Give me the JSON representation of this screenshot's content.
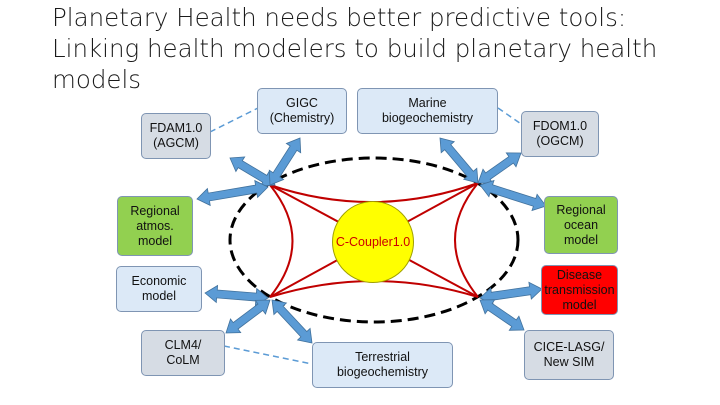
{
  "title": {
    "lines": [
      "Planetary Health needs better predictive tools:",
      "Linking health modelers to build planetary health",
      "models"
    ]
  },
  "hub": {
    "label": "C-Coupler1.0"
  },
  "nodes": {
    "fdam": {
      "lines": [
        "FDAM1.0",
        "(AGCM)"
      ]
    },
    "gigc": {
      "lines": [
        "GIGC",
        "(Chemistry)"
      ]
    },
    "marine": {
      "lines": [
        "Marine",
        "biogeochemistry"
      ]
    },
    "fdom": {
      "lines": [
        "FDOM1.0",
        "(OGCM)"
      ]
    },
    "reg_atmos": {
      "lines": [
        "Regional",
        "atmos.",
        "model"
      ]
    },
    "reg_ocean": {
      "lines": [
        "Regional",
        "ocean",
        "model"
      ]
    },
    "economic": {
      "lines": [
        "Economic",
        "model"
      ]
    },
    "disease": {
      "lines": [
        "Disease",
        "transmission",
        "model"
      ]
    },
    "clm": {
      "lines": [
        "CLM4/",
        "CoLM"
      ]
    },
    "terr": {
      "lines": [
        "Terrestrial",
        "biogeochemistry"
      ]
    },
    "cice": {
      "lines": [
        "CICE-LASG/",
        "New SIM"
      ]
    }
  },
  "colors": {
    "arrow": "#5b9bd5",
    "coupler_lines": "#c00000",
    "hub_fill": "#ffff00",
    "hub_text": "#cc0000",
    "green_box": "#92d050",
    "red_box": "#ff0000",
    "gray_box": "#d6dce4",
    "blue_box": "#dce9f7"
  }
}
